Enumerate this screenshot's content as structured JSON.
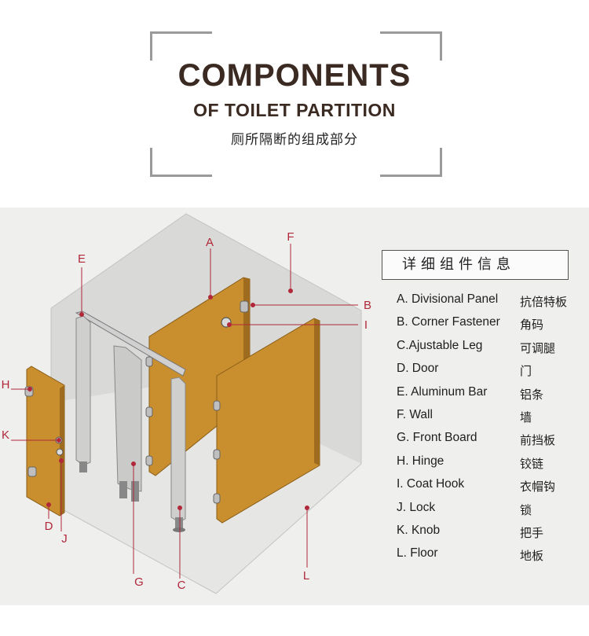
{
  "header": {
    "title_line1": "COMPONENTS",
    "title_line2": "OF TOILET PARTITION",
    "title_cn": "厕所隔断的组成部分"
  },
  "legend": {
    "title": "详细组件信息",
    "items": [
      {
        "en": "A. Divisional Panel",
        "zh": "抗倍特板"
      },
      {
        "en": "B. Corner Fastener",
        "zh": "角码"
      },
      {
        "en": "C.Ajustable Leg",
        "zh": "可调腿"
      },
      {
        "en": "D. Door",
        "zh": "门"
      },
      {
        "en": "E. Aluminum Bar",
        "zh": "铝条"
      },
      {
        "en": "F. Wall",
        "zh": "墙"
      },
      {
        "en": "G. Front Board",
        "zh": "前挡板"
      },
      {
        "en": "H. Hinge",
        "zh": "铰链"
      },
      {
        "en": "I. Coat Hook",
        "zh": "衣帽钩"
      },
      {
        "en": "J. Lock",
        "zh": "锁"
      },
      {
        "en": "K. Knob",
        "zh": "把手"
      },
      {
        "en": "L. Floor",
        "zh": "地板"
      }
    ]
  },
  "callouts": {
    "A": "A",
    "B": "B",
    "C": "C",
    "D": "D",
    "E": "E",
    "F": "F",
    "G": "G",
    "H": "H",
    "I": "I",
    "J": "J",
    "K": "K",
    "L": "L"
  },
  "colors": {
    "panel": "#c98f2e",
    "panel_edge": "#8a5d18",
    "leader": "#b0283a",
    "title": "#3b2a22",
    "wall": "#d7d7d5",
    "floor": "#e4e4e2"
  }
}
